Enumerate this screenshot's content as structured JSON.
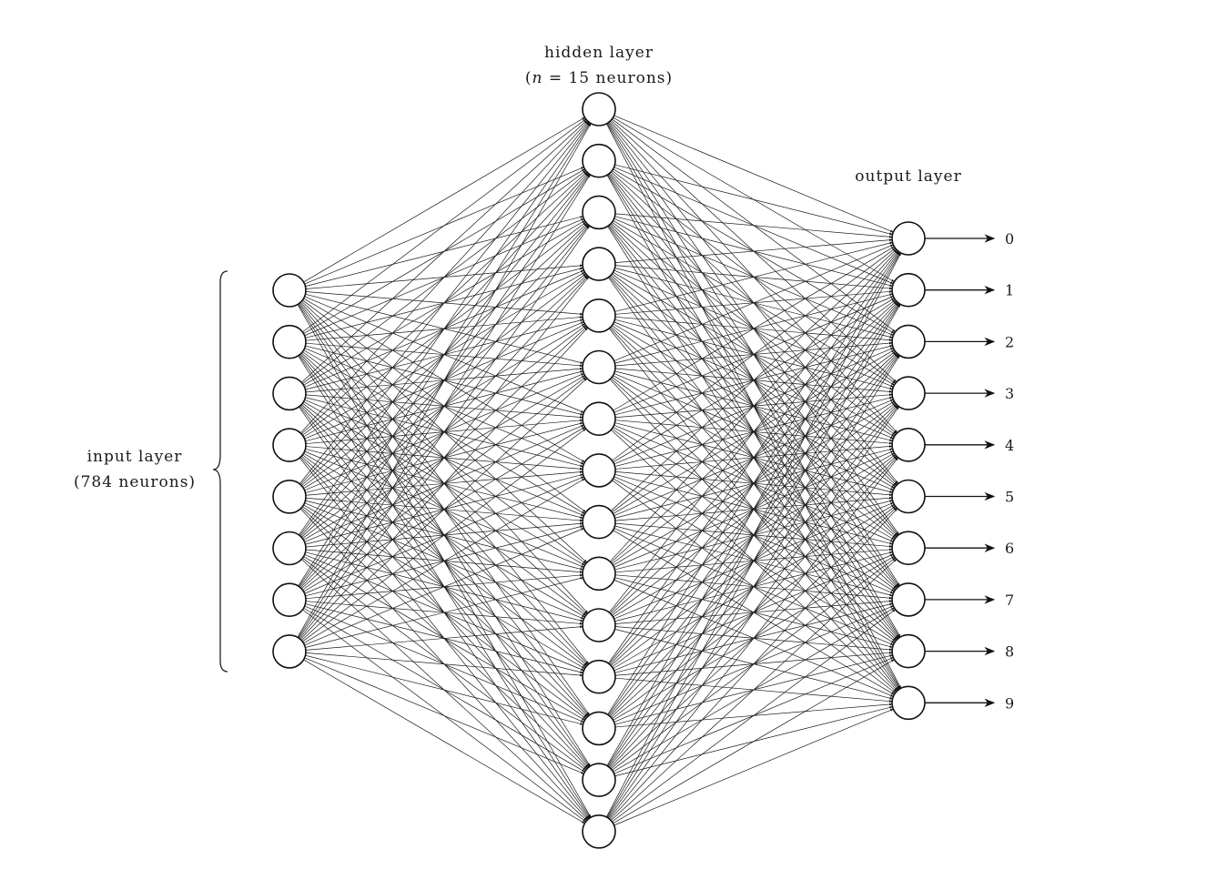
{
  "diagram": {
    "hidden_title": "hidden layer",
    "hidden_subtitle_pre": "(",
    "hidden_subtitle_var": "n",
    "hidden_subtitle_post": " = 15 neurons)",
    "output_title": "output layer",
    "input_title": "input layer",
    "input_subtitle": "(784 neurons)",
    "input_neuron_count_drawn": 8,
    "hidden_neuron_count": 15,
    "output_labels": [
      "0",
      "1",
      "2",
      "3",
      "4",
      "5",
      "6",
      "7",
      "8",
      "9"
    ]
  }
}
